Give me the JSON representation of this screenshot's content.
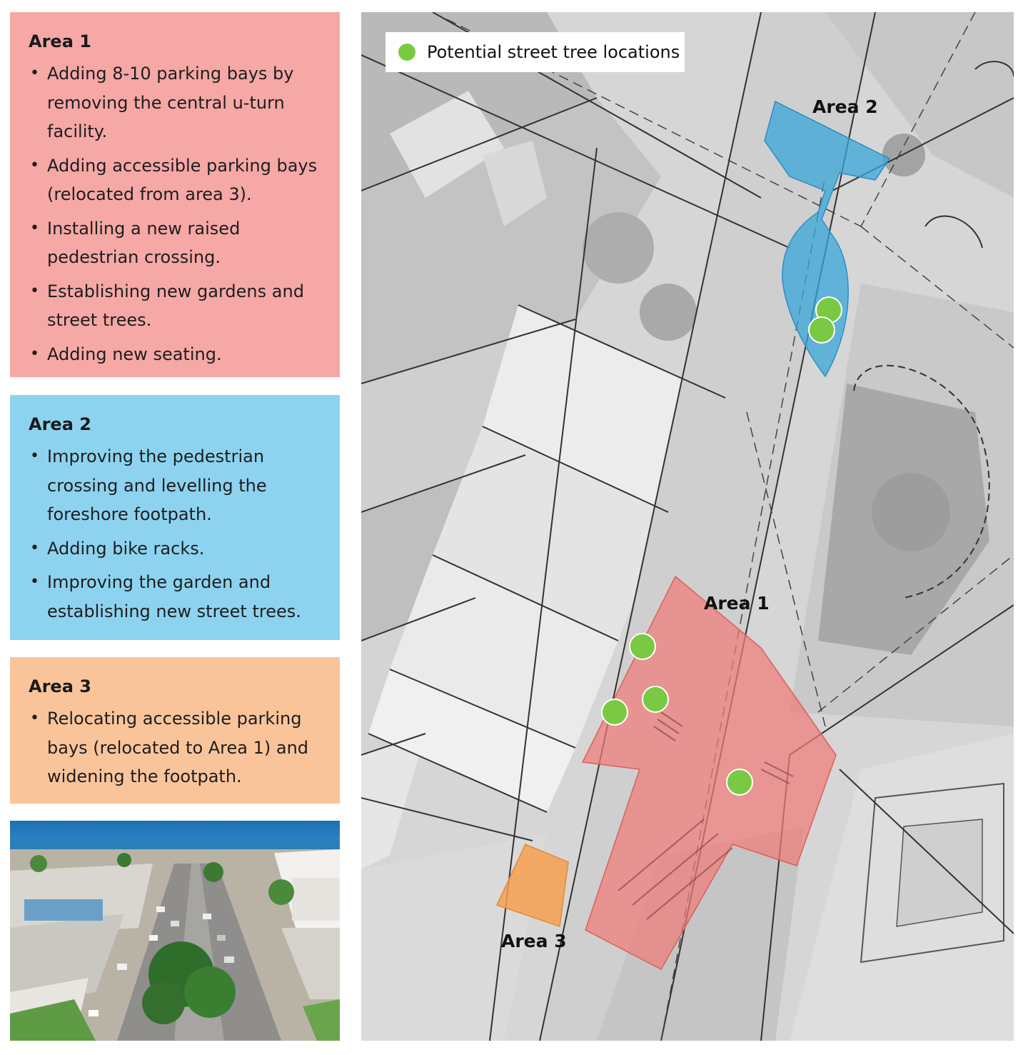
{
  "colors": {
    "area1": "#f5a8a6",
    "area2": "#8dd3ef",
    "area3": "#fac49a",
    "tree_dot": "#7ac943",
    "area1_overlay": "#ef7c78",
    "area2_overlay": "#3aa6da",
    "area3_overlay": "#f6a050"
  },
  "panels": [
    {
      "title": "Area 1",
      "items": [
        "Adding 8-10 parking bays by removing the central u-turn facility.",
        "Adding accessible parking bays (relocated from area 3).",
        "Installing a new raised pedestrian crossing.",
        "Establishing new gardens and street trees.",
        "Adding new seating."
      ]
    },
    {
      "title": "Area 2",
      "items": [
        "Improving the pedestrian crossing and levelling the foreshore footpath.",
        "Adding bike racks.",
        "Improving the garden and establishing new street trees."
      ]
    },
    {
      "title": "Area 3",
      "items": [
        "Relocating accessible parking bays (relocated to Area 1) and widening the footpath."
      ]
    }
  ],
  "map": {
    "legend": {
      "label": "Potential street tree locations",
      "icon": "green-dot-icon"
    },
    "area_labels": {
      "area1": "Area 1",
      "area2": "Area 2",
      "area3": "Area 3"
    }
  }
}
